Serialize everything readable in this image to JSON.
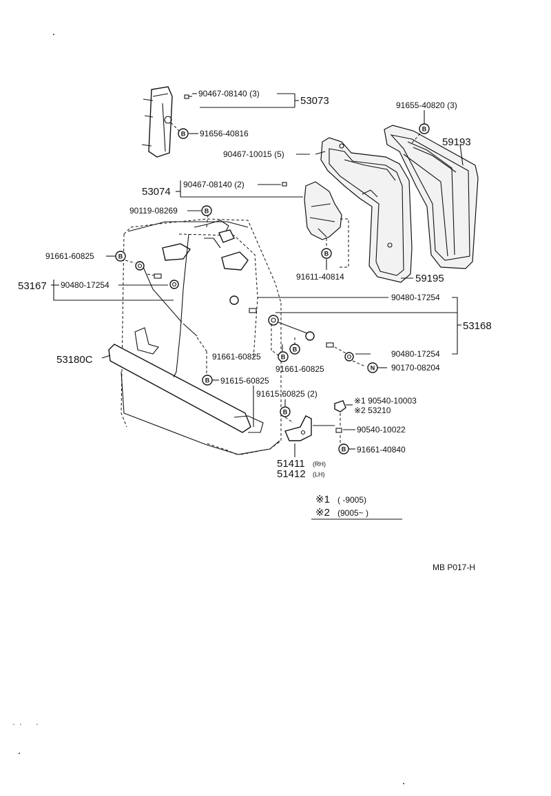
{
  "callouts": {
    "p53073": "53073",
    "p90467_08140_3": "90467-08140 (3)",
    "p91656_40816": "91656-40816",
    "p91655_40820_3": "91655-40820 (3)",
    "p59193": "59193",
    "p90467_10015_5": "90467-10015 (5)",
    "p53074": "53074",
    "p90467_08140_2": "90467-08140 (2)",
    "p90119_08269": "90119-08269",
    "p91661_60825_a": "91661-60825",
    "p53167": "53167",
    "p90480_17254_a": "90480-17254",
    "p91611_40814": "91611-40814",
    "p59195": "59195",
    "p90480_17254_b": "90480-17254",
    "p53168": "53168",
    "p53180c": "53180C",
    "p91661_60825_b": "91661-60825",
    "p91661_60825_c": "91661-60825",
    "p90480_17254_c": "90480-17254",
    "p90170_08204": "90170-08204",
    "p91615_60825": "91615-60825",
    "p91615_60825_2": "91615-60825 (2)",
    "p90540_10003": "※1 90540-10003",
    "p53210": "※2 53210",
    "p90540_10022": "90540-10022",
    "p91661_40840": "91661-40840",
    "p51411": "51411",
    "p51411_side": "(RH)",
    "p51412": "51412",
    "p51412_side": "(LH)"
  },
  "markers": {
    "b": "B",
    "n": "N"
  },
  "legend": {
    "line1_mark": "※1",
    "line1_text": "(        -9005)",
    "line2_mark": "※2",
    "line2_text": "(9005~         )"
  },
  "code": "MB  P017-H"
}
